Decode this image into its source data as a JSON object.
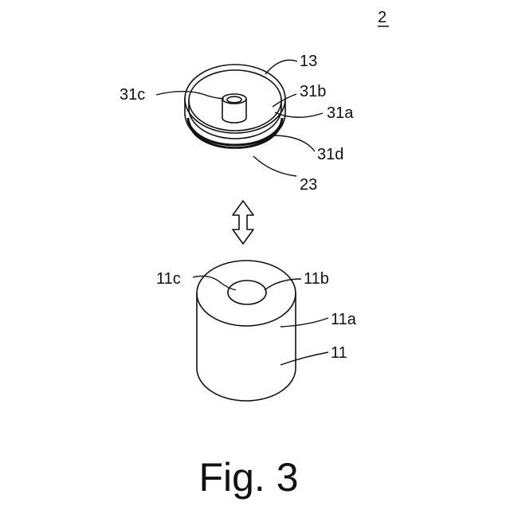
{
  "figure": {
    "sheet_number": "2",
    "caption": "Fig. 3"
  },
  "labels": {
    "cap_13": "13",
    "cap_31c": "31c",
    "cap_31b": "31b",
    "cap_31a": "31a",
    "cap_31d": "31d",
    "cap_23": "23",
    "body_11c": "11c",
    "body_11b": "11b",
    "body_11a": "11a",
    "body_11": "11"
  }
}
